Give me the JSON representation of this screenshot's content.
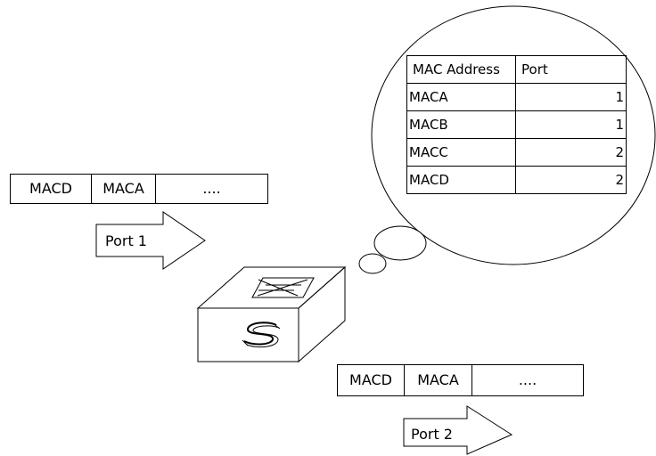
{
  "frame_in": {
    "cells": [
      "MACD",
      "MACA",
      "...."
    ]
  },
  "frame_out": {
    "cells": [
      "MACD",
      "MACA",
      "...."
    ]
  },
  "arrows": {
    "port1_label": "Port 1",
    "port2_label": "Port 2"
  },
  "mac_table": {
    "headers": [
      "MAC Address",
      "Port"
    ],
    "rows": [
      {
        "mac": "MACA",
        "port": "1"
      },
      {
        "mac": "MACB",
        "port": "1"
      },
      {
        "mac": "MACC",
        "port": "2"
      },
      {
        "mac": "MACD",
        "port": "2"
      }
    ]
  },
  "switch": {
    "icon": "switch-icon"
  }
}
